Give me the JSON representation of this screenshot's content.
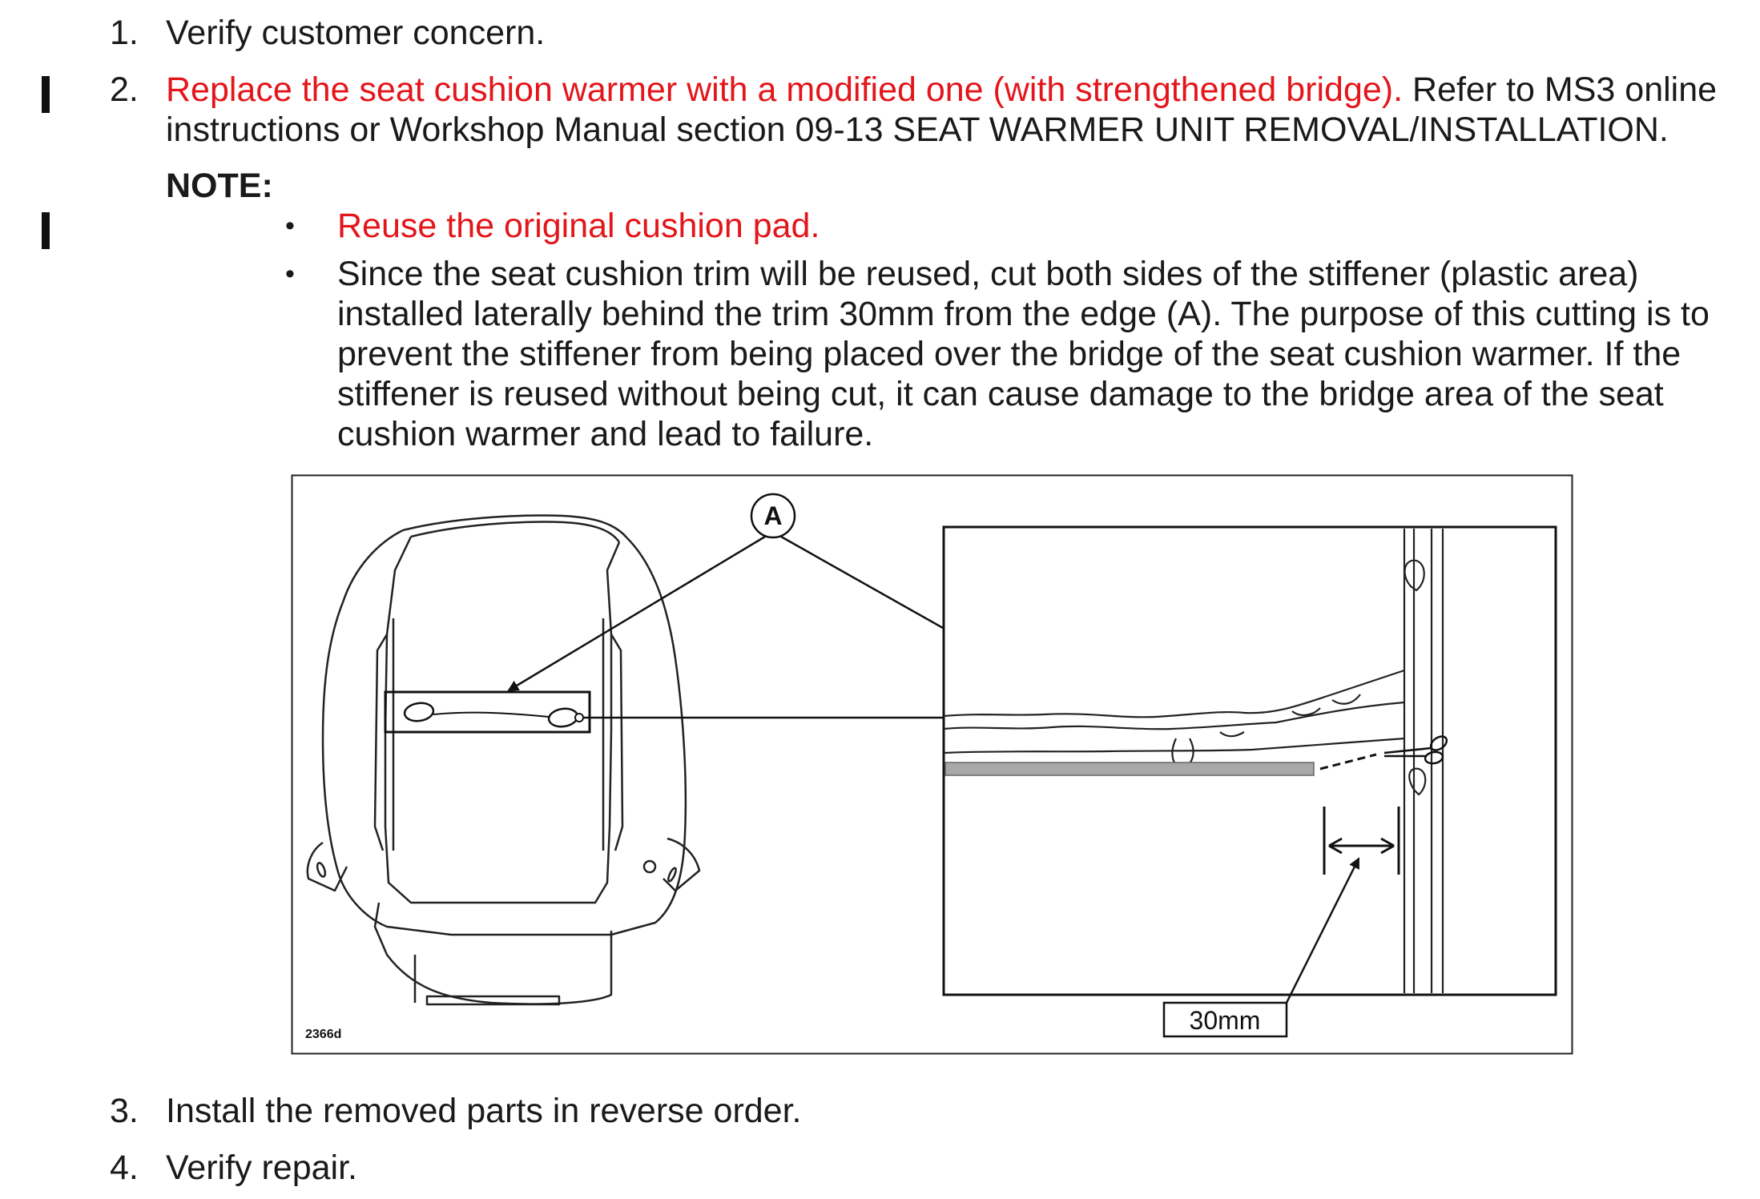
{
  "steps": [
    {
      "number": "1.",
      "text": "Verify customer concern."
    },
    {
      "number": "2.",
      "text_red": "Replace the seat cushion warmer with a modified one (with strengthened bridge).",
      "text_rest": " Refer to MS3 online instructions or Workshop Manual section 09-13 SEAT WARMER UNIT REMOVAL/INSTALLATION."
    },
    {
      "number": "3.",
      "text": "Install the removed parts in reverse order."
    },
    {
      "number": "4.",
      "text": "Verify repair."
    }
  ],
  "note": {
    "label": "NOTE:",
    "bullets": [
      {
        "symbol": "•",
        "text": "Reuse the original cushion pad."
      },
      {
        "symbol": "•",
        "text": "Since the seat cushion trim will be reused, cut both sides of the stiffener (plastic area) installed laterally behind the trim 30mm from the edge (A). The purpose of this cutting is to prevent the stiffener from being placed over the bridge of the seat cushion warmer. If the stiffener is reused without being cut, it can cause damage to the bridge area of the seat cushion warmer and lead to failure."
      }
    ]
  },
  "figure": {
    "callout_label": "A",
    "dimension_label": "30mm",
    "figure_id": "2366d"
  },
  "colors": {
    "text": "#1a1a1a",
    "revision_red": "#e3161b",
    "stiffener_gray": "#a8a8a8"
  }
}
